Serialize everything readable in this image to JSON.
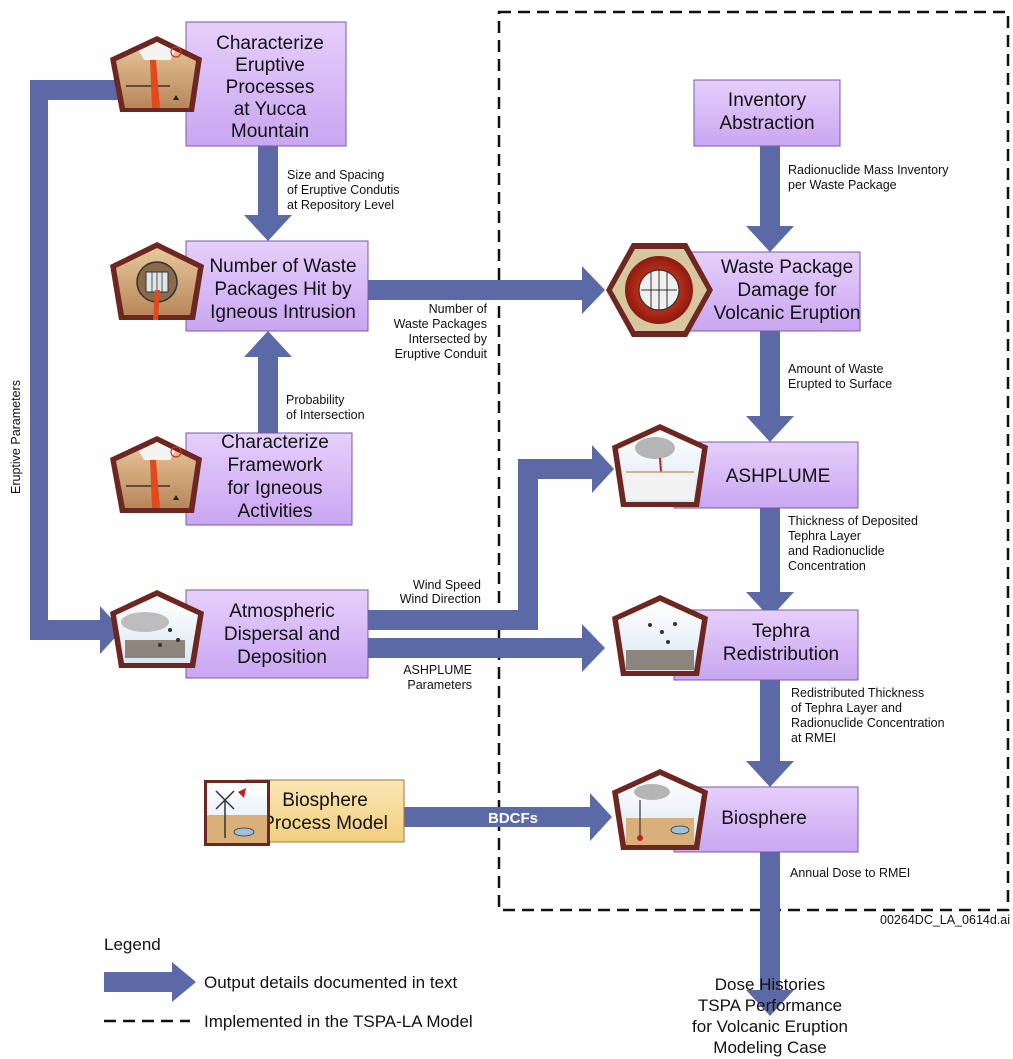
{
  "boxes": {
    "eruptive": [
      "Characterize",
      "Eruptive",
      "Processes",
      "at Yucca",
      "Mountain"
    ],
    "waste_hit": [
      "Number of Waste",
      "Packages Hit by",
      "Igneous Intrusion"
    ],
    "framework": [
      "Characterize",
      "Framework",
      "for Igneous",
      "Activities"
    ],
    "atmos": [
      "Atmospheric",
      "Dispersal and",
      "Deposition"
    ],
    "biosphere_model": [
      "Biosphere",
      "Process Model"
    ],
    "inventory": [
      "Inventory",
      "Abstraction"
    ],
    "wp_damage": [
      "Waste Package",
      "Damage for",
      "Volcanic Eruption"
    ],
    "ashplume": [
      "ASHPLUME"
    ],
    "tephra": [
      "Tephra",
      "Redistribution"
    ],
    "biosphere": [
      "Biosphere"
    ]
  },
  "labels": {
    "size_spacing": [
      "Size and Spacing",
      "of Eruptive Condutis",
      "at Repository Level"
    ],
    "probability": [
      "Probability",
      "of Intersection"
    ],
    "num_intersected": [
      "Number of",
      "Waste Packages",
      "Intersected by",
      "Eruptive Conduit"
    ],
    "eruptive_params": "Eruptive Parameters",
    "wind": [
      "Wind Speed",
      "Wind Direction"
    ],
    "ashplume_params": [
      "ASHPLUME",
      "Parameters"
    ],
    "bdcfs": "BDCFs",
    "mass_inventory": [
      "Radionuclide Mass Inventory",
      "per Waste Package"
    ],
    "amount_erupted": [
      "Amount of Waste",
      "Erupted to Surface"
    ],
    "thickness": [
      "Thickness of Deposited",
      "Tephra Layer",
      "and Radionuclide",
      "Concentration"
    ],
    "redistributed": [
      "Redistributed Thickness",
      "of Tephra Layer and",
      "Radionuclide Concentration",
      "at RMEI"
    ],
    "annual_dose": "Annual Dose to RMEI",
    "file_id": "00264DC_LA_0614d.ai"
  },
  "output": [
    "Dose Histories",
    "TSPA Performance",
    "for Volcanic Eruption",
    "Modeling Case"
  ],
  "legend": {
    "title": "Legend",
    "arrow_text": "Output details documented in text",
    "dashed_text": "Implemented in the TSPA-LA Model"
  },
  "colors": {
    "arrow": "#5b6aa6",
    "process_box": "#d7b8f5",
    "biosphere_model_box": "#f7dd9d",
    "icon_brown": "#6e2620"
  }
}
